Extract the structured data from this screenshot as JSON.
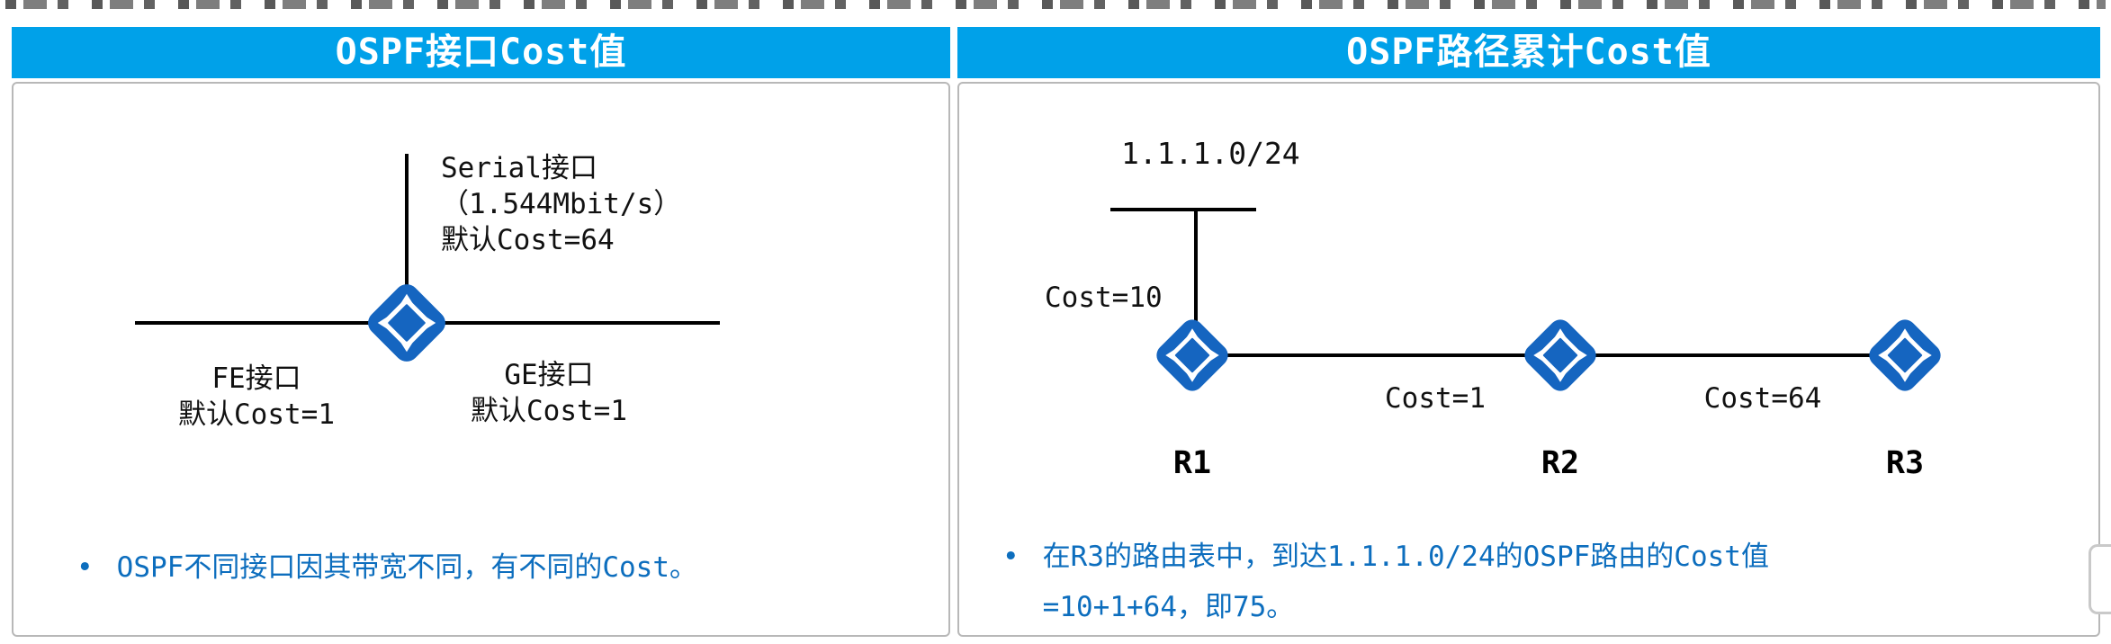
{
  "shared": {
    "bullet_char": "•"
  },
  "colors": {
    "header_bg": "#00A1E9",
    "header_text": "#ffffff",
    "bullet_text": "#0d6ebe",
    "router_fill": "#1565c0",
    "line": "#000000",
    "panel_border": "#b8b8b8"
  },
  "panels": {
    "left": {
      "title": "OSPF接口Cost值",
      "serial_lines": [
        "Serial接口",
        "（1.544Mbit/s）",
        "默认Cost=64"
      ],
      "fe_lines": [
        "FE接口",
        "默认Cost=1"
      ],
      "ge_lines": [
        "GE接口",
        "默认Cost=1"
      ],
      "bullet": "OSPF不同接口因其带宽不同，有不同的Cost。"
    },
    "right": {
      "title": "OSPF路径累计Cost值",
      "network_label": "1.1.1.0/24",
      "cost_up": "Cost=10",
      "cost_r1_r2": "Cost=1",
      "cost_r2_r3": "Cost=64",
      "routers": [
        {
          "name": "R1"
        },
        {
          "name": "R2"
        },
        {
          "name": "R3"
        }
      ],
      "bullet_line1": "在R3的路由表中，到达1.1.1.0/24的OSPF路由的Cost值",
      "bullet_line2": "=10+1+64，即75。"
    }
  }
}
